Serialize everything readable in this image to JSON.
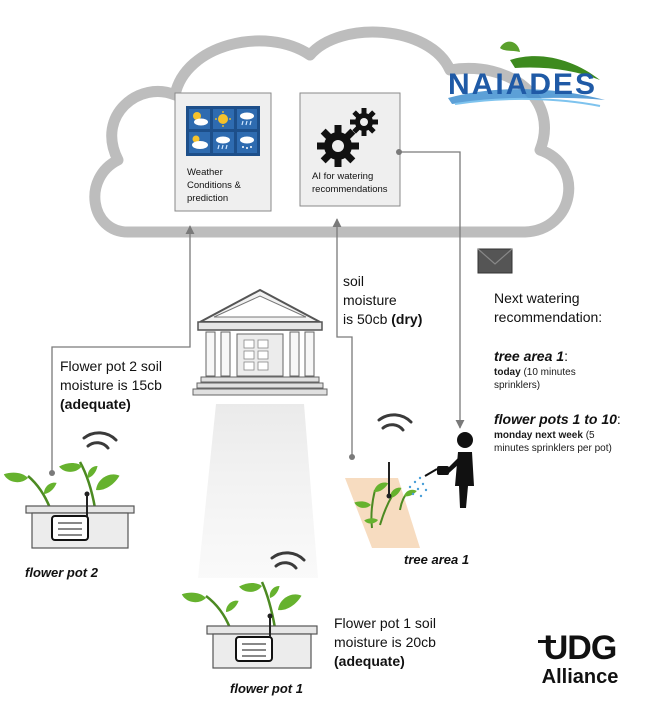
{
  "brand": {
    "naiades": "NAIADES",
    "udg_top": "UDG",
    "udg_bottom": "Alliance",
    "brand_blue": "#1f5aa6",
    "brand_green": "#5aa02c"
  },
  "cloud": {
    "weather_box": {
      "label_line1": "Weather",
      "label_line2": "Conditions &",
      "label_line3": "prediction",
      "tile_icons": [
        "partly-cloudy-icon",
        "sun-icon",
        "rain-icon",
        "cloudy-icon",
        "rain-icon",
        "snow-icon"
      ]
    },
    "ai_box": {
      "label_line1": "AI for watering",
      "label_line2": "recommendations"
    }
  },
  "messages": {
    "soil_tree": {
      "line1": "soil",
      "line2": "moisture",
      "line3": "is 50cb",
      "status": "(dry)"
    },
    "pot2": {
      "line1": "Flower pot 2 soil",
      "line2": "moisture is 15cb",
      "status": "(adequate)"
    },
    "pot1": {
      "line1": "Flower pot 1 soil",
      "line2": "moisture is 20cb",
      "status": "(adequate)"
    }
  },
  "recommendation": {
    "title_line1": "Next watering",
    "title_line2": "recommendation:",
    "item1": {
      "name": "tree area 1",
      "colon": ":",
      "when": "today",
      "detail1": " (10 minutes",
      "detail2": "sprinklers)"
    },
    "item2": {
      "name": "flower pots 1 to 10",
      "colon": ":",
      "when": "monday next week",
      "detail1": " (5",
      "detail2": "minutes sprinklers per pot)"
    }
  },
  "captions": {
    "pot2": "flower pot 2",
    "tree": "tree area 1",
    "pot1": "flower pot 1"
  },
  "colors": {
    "cloud_stroke": "#bdbdbd",
    "box_fill": "#efefef",
    "line": "#7a7a7a",
    "leaf": "#66b22e",
    "stem": "#4c8a22",
    "pot": "#ececec",
    "tree_area": "#f7dcc0",
    "water": "#4a9fd8"
  }
}
